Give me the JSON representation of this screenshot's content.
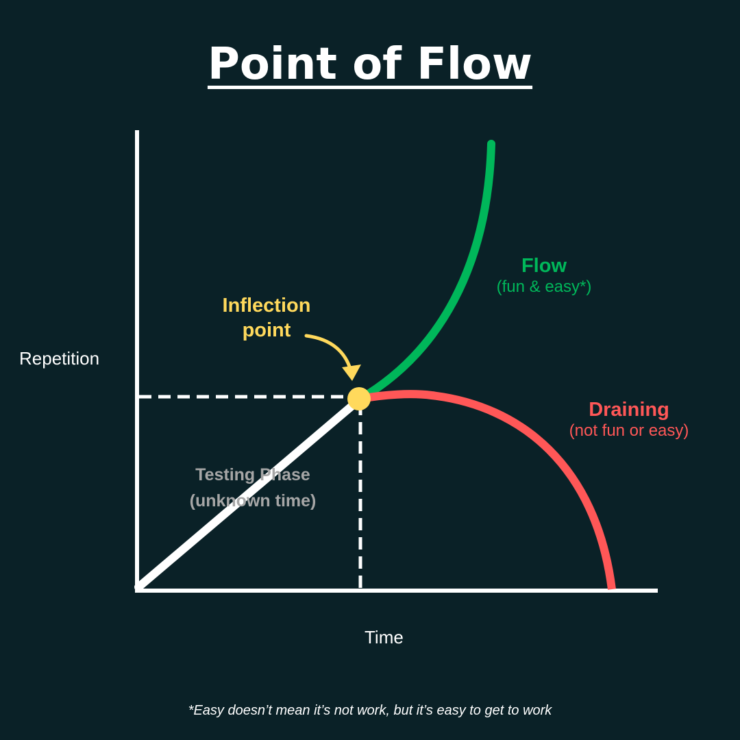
{
  "title": "Point of Flow",
  "axes": {
    "y_label": "Repetition",
    "x_label": "Time"
  },
  "inflection": {
    "line1": "Inflection",
    "line2": "point"
  },
  "flow": {
    "title": "Flow",
    "subtitle": "(fun & easy*)"
  },
  "draining": {
    "title": "Draining",
    "subtitle": "(not fun or easy)"
  },
  "testing": {
    "line1": "Testing Phase",
    "line2": "(unknown time)"
  },
  "footnote": "*Easy doesn’t mean it’s not work, but it’s easy to get to work",
  "colors": {
    "background": "#0a2127",
    "axis": "#ffffff",
    "flow": "#00b75a",
    "draining": "#ff5757",
    "inflection": "#ffd95c",
    "testing": "#a6a6a6"
  }
}
